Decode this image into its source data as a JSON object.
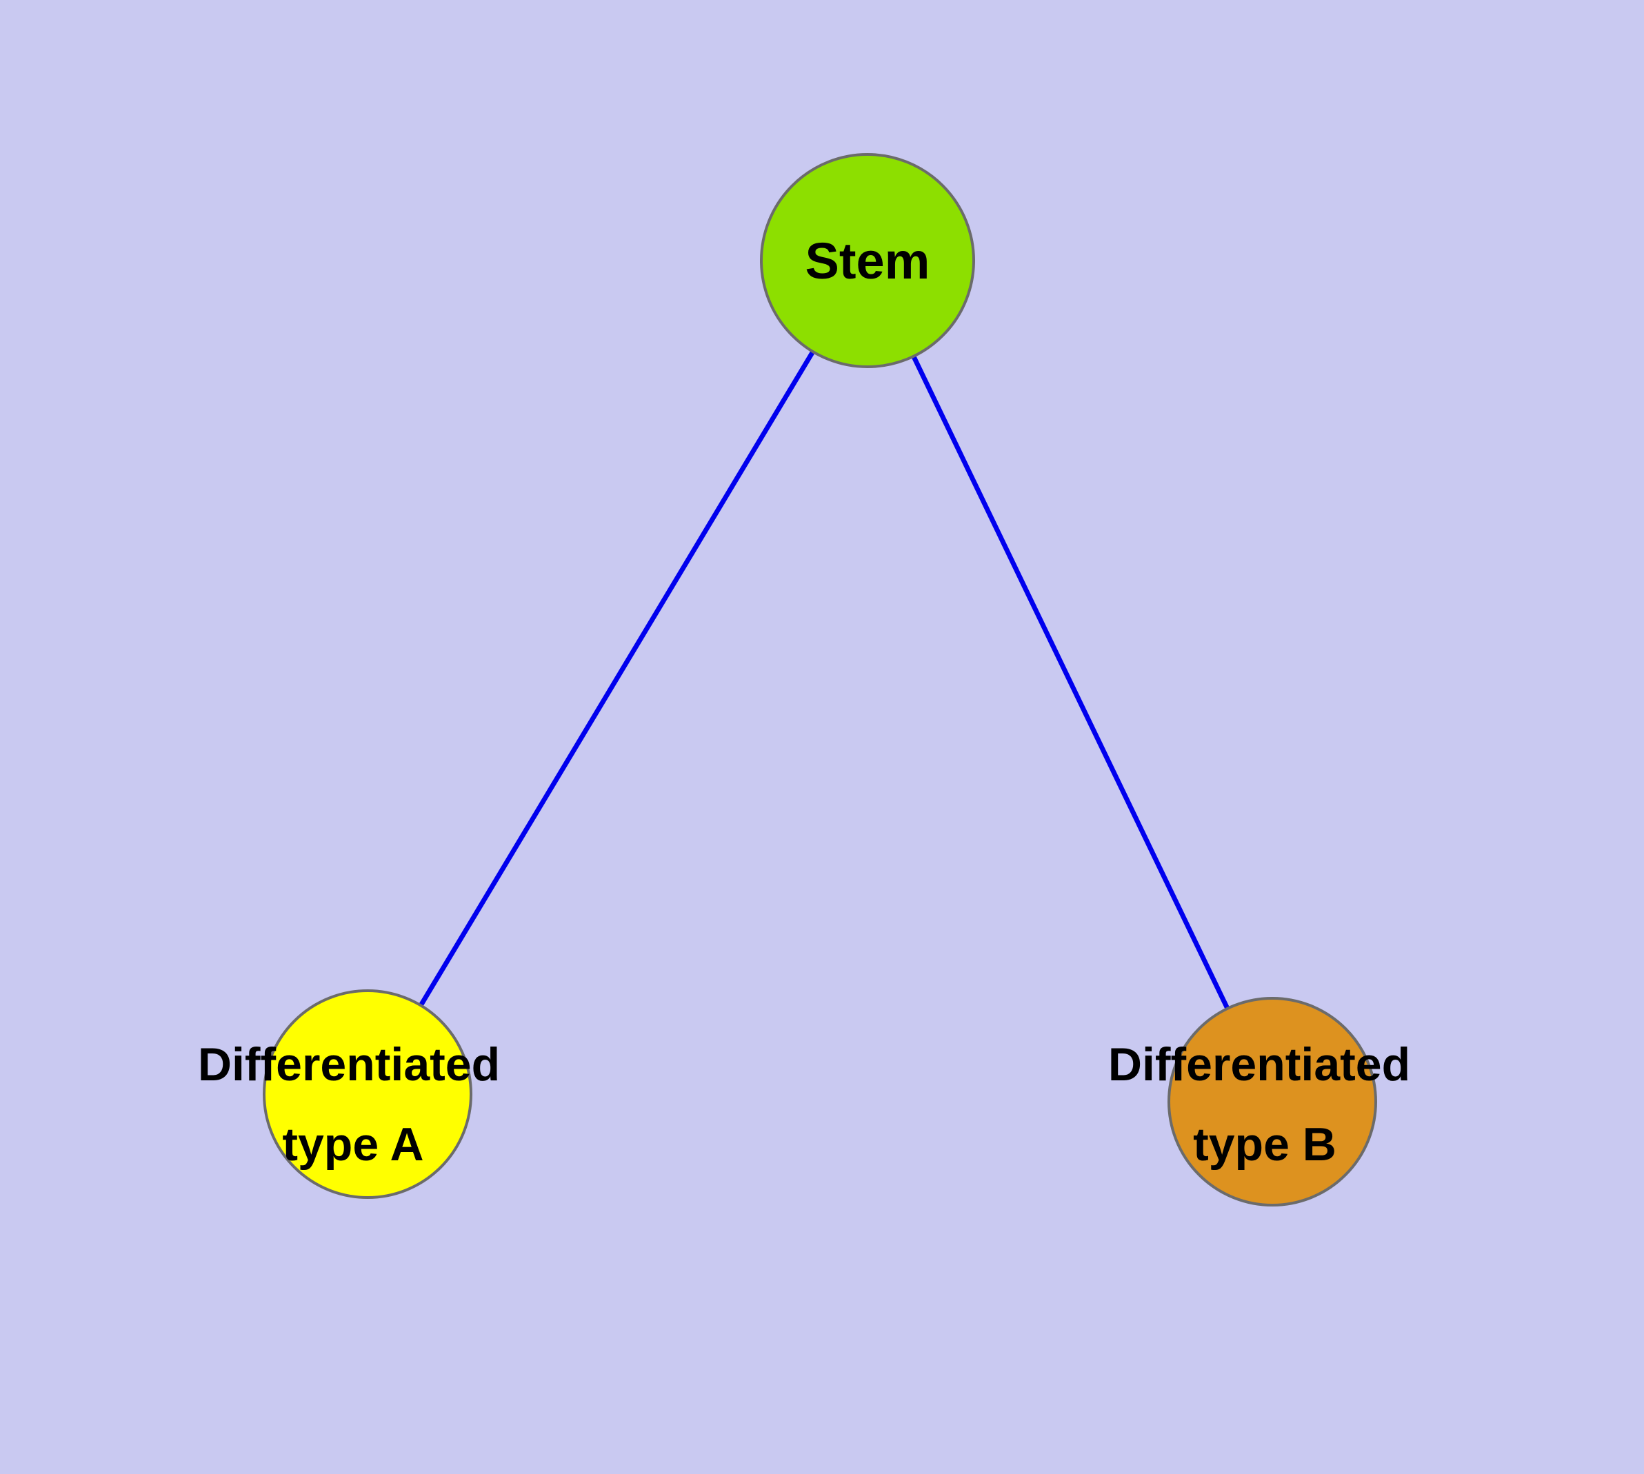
{
  "diagram": {
    "background_color": "#c9c9f1",
    "text_color": "#000000",
    "nodes": [
      {
        "id": "stem",
        "label": "Stem",
        "fill": "#8ddf00",
        "border": "#6b6b6b"
      },
      {
        "id": "differentiated-type-a",
        "label_line1": "Differentiated",
        "label_line2": "type A",
        "fill": "#ffff00",
        "border": "#6b6b6b"
      },
      {
        "id": "differentiated-type-b",
        "label_line1": "Differentiated",
        "label_line2": "type B",
        "fill": "#dd921f",
        "border": "#6b6b6b"
      }
    ],
    "edges": [
      {
        "from": "stem",
        "to": "differentiated-type-a",
        "color": "#0000ee"
      },
      {
        "from": "stem",
        "to": "differentiated-type-b",
        "color": "#0000ee"
      }
    ]
  }
}
